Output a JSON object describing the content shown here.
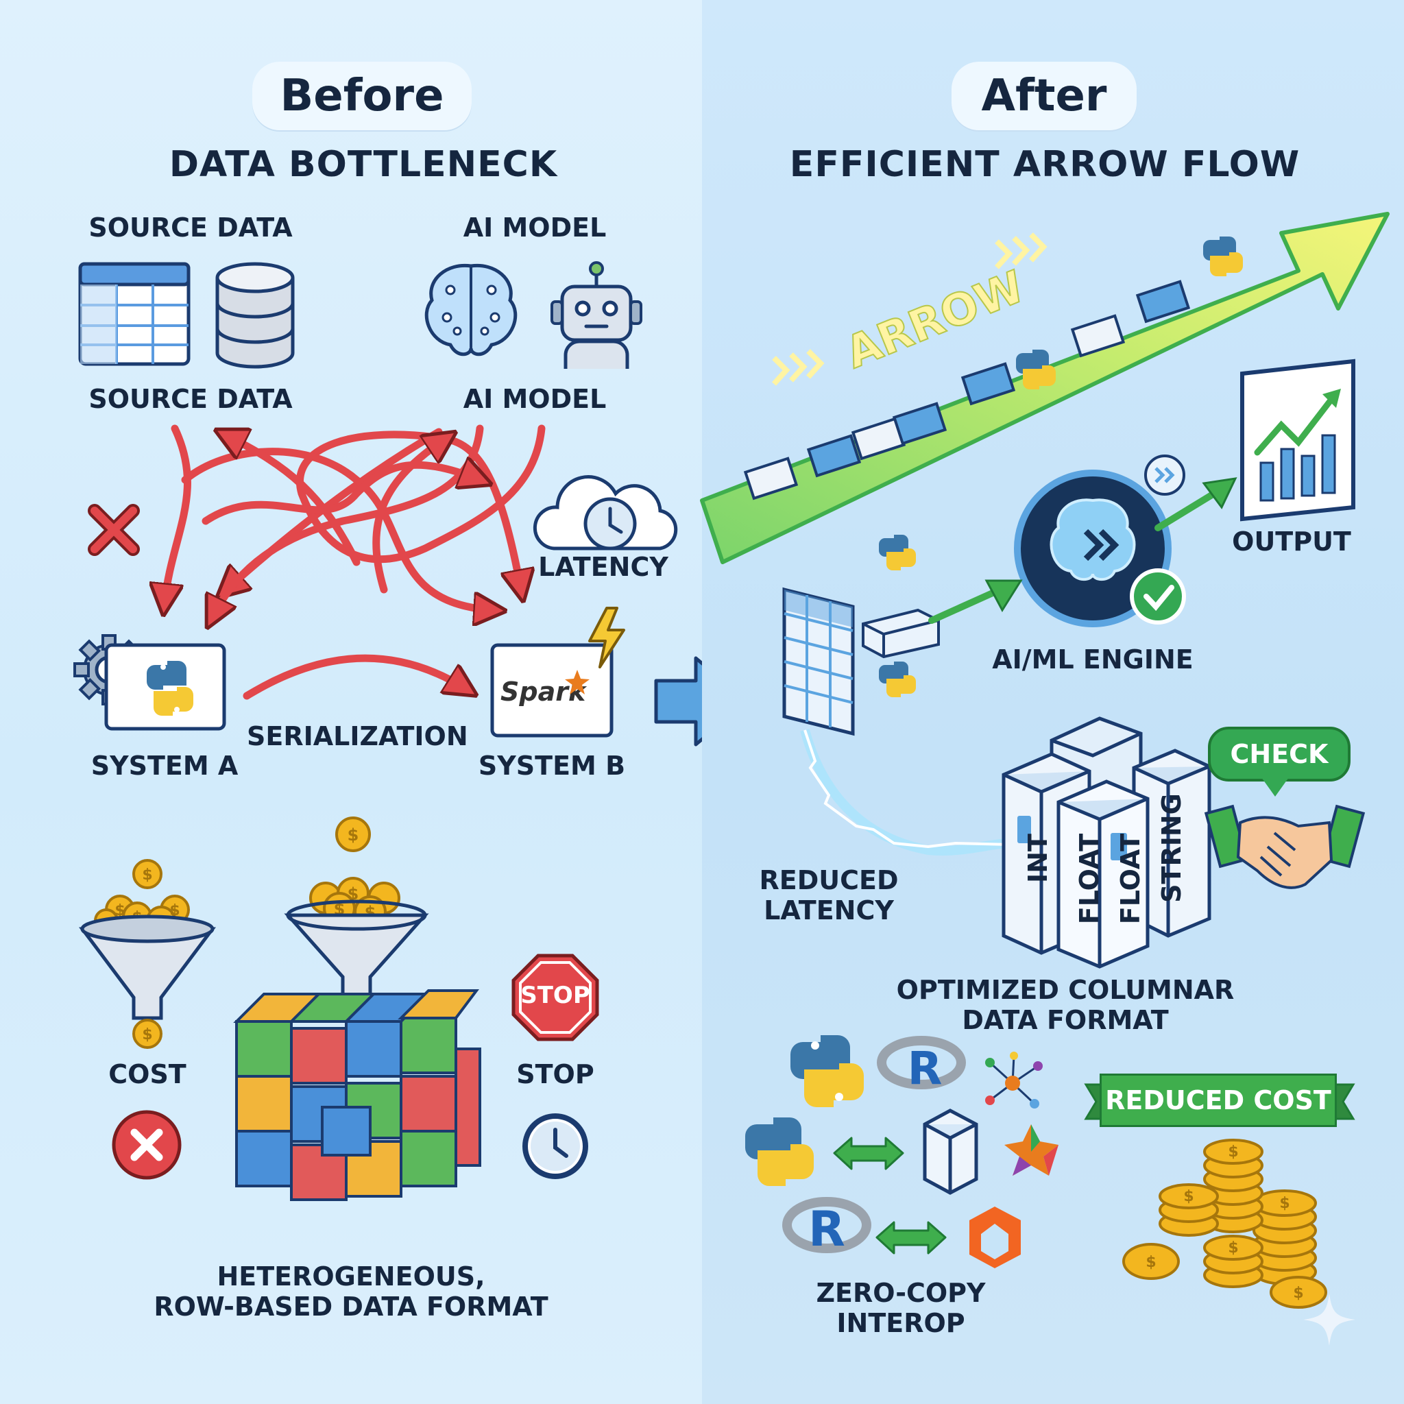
{
  "before": {
    "pill": "Before",
    "heading": "DATA BOTTLENECK",
    "source_label_top": "SOURCE DATA",
    "model_label_top": "AI MODEL",
    "source_label": "SOURCE DATA",
    "model_label": "AI MODEL",
    "latency": "LATENCY",
    "system_a": "SYSTEM A",
    "system_b": "SYSTEM B",
    "serialization": "SERIALIZATION",
    "spark": "Spark",
    "cost": "COST",
    "stop": "STOP",
    "stop_sign": "STOP",
    "format_line1": "HETEROGENEOUS,",
    "format_line2": "ROW-BASED DATA FORMAT"
  },
  "after": {
    "pill": "After",
    "heading": "EFFICIENT ARROW FLOW",
    "arrow_text": "ARROW",
    "output": "OUTPUT",
    "engine": "AI/ML ENGINE",
    "check": "CHECK",
    "latency_line1": "REDUCED",
    "latency_line2": "LATENCY",
    "col_int": "INT",
    "col_float": "FLOAT",
    "col_float2": "FLOAT",
    "col_string": "STRING",
    "format_line1": "OPTIMIZED COLUMNAR",
    "format_line2": "DATA FORMAT",
    "reduced_cost": "REDUCED COST",
    "interop_line1": "ZERO-COPY",
    "interop_line2": "INTEROP",
    "r_letter": "R",
    "r_letter2": "R"
  },
  "colors": {
    "dark_text": "#15263f",
    "tangle_red": "#e2474b",
    "arrow_green": "#3fae4d",
    "arrow_yellow": "#f2f27a",
    "python_blue": "#3b77a8",
    "python_yellow": "#f5c934",
    "coin_gold": "#f3b61f"
  }
}
